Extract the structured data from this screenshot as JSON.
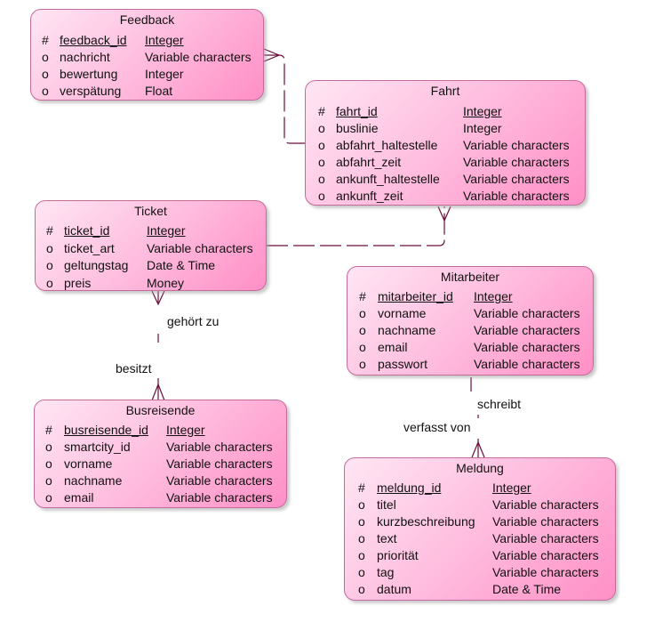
{
  "entities": {
    "feedback": {
      "title": "Feedback",
      "attributes": [
        {
          "mark": "#",
          "name": "feedback_id",
          "type": "Integer",
          "pk": true
        },
        {
          "mark": "o",
          "name": "nachricht",
          "type": "Variable characters"
        },
        {
          "mark": "o",
          "name": "bewertung",
          "type": "Integer"
        },
        {
          "mark": "o",
          "name": "verspätung",
          "type": "Float"
        }
      ]
    },
    "fahrt": {
      "title": "Fahrt",
      "attributes": [
        {
          "mark": "#",
          "name": "fahrt_id",
          "type": "Integer",
          "pk": true
        },
        {
          "mark": "o",
          "name": "buslinie",
          "type": "Integer"
        },
        {
          "mark": "o",
          "name": "abfahrt_haltestelle",
          "type": "Variable characters"
        },
        {
          "mark": "o",
          "name": "abfahrt_zeit",
          "type": "Variable characters"
        },
        {
          "mark": "o",
          "name": "ankunft_haltestelle",
          "type": "Variable characters"
        },
        {
          "mark": "o",
          "name": "ankunft_zeit",
          "type": "Variable characters"
        }
      ]
    },
    "ticket": {
      "title": "Ticket",
      "attributes": [
        {
          "mark": "#",
          "name": "ticket_id",
          "type": "Integer",
          "pk": true
        },
        {
          "mark": "o",
          "name": "ticket_art",
          "type": "Variable characters"
        },
        {
          "mark": "o",
          "name": "geltungstag",
          "type": "Date & Time"
        },
        {
          "mark": "o",
          "name": "preis",
          "type": "Money"
        }
      ]
    },
    "mitarbeiter": {
      "title": "Mitarbeiter",
      "attributes": [
        {
          "mark": "#",
          "name": "mitarbeiter_id",
          "type": "Integer",
          "pk": true
        },
        {
          "mark": "o",
          "name": "vorname",
          "type": "Variable characters"
        },
        {
          "mark": "o",
          "name": "nachname",
          "type": "Variable characters"
        },
        {
          "mark": "o",
          "name": "email",
          "type": "Variable characters"
        },
        {
          "mark": "o",
          "name": "passwort",
          "type": "Variable characters"
        }
      ]
    },
    "busreisende": {
      "title": "Busreisende",
      "attributes": [
        {
          "mark": "#",
          "name": "busreisende_id",
          "type": "Integer",
          "pk": true
        },
        {
          "mark": "o",
          "name": "smartcity_id",
          "type": "Variable characters"
        },
        {
          "mark": "o",
          "name": "vorname",
          "type": "Variable characters"
        },
        {
          "mark": "o",
          "name": "nachname",
          "type": "Variable characters"
        },
        {
          "mark": "o",
          "name": "email",
          "type": "Variable characters"
        }
      ]
    },
    "meldung": {
      "title": "Meldung",
      "attributes": [
        {
          "mark": "#",
          "name": "meldung_id",
          "type": "Integer",
          "pk": true
        },
        {
          "mark": "o",
          "name": "titel",
          "type": "Variable characters"
        },
        {
          "mark": "o",
          "name": "kurzbeschreibung",
          "type": "Variable characters"
        },
        {
          "mark": "o",
          "name": "text",
          "type": "Variable characters"
        },
        {
          "mark": "o",
          "name": "priorität",
          "type": "Variable characters"
        },
        {
          "mark": "o",
          "name": "tag",
          "type": "Variable characters"
        },
        {
          "mark": "o",
          "name": "datum",
          "type": "Date & Time"
        }
      ]
    }
  },
  "relations": {
    "ticket_busreisende": {
      "label_upper": "gehört zu",
      "label_lower": "besitzt"
    },
    "mitarbeiter_meldung": {
      "label_upper": "schreibt",
      "label_lower": "verfasst von"
    }
  },
  "colors": {
    "line": "#6a0d3a",
    "border": "#c46a9c",
    "fill_light": "#ffe6f4",
    "fill_dark": "#ff8fc6"
  }
}
